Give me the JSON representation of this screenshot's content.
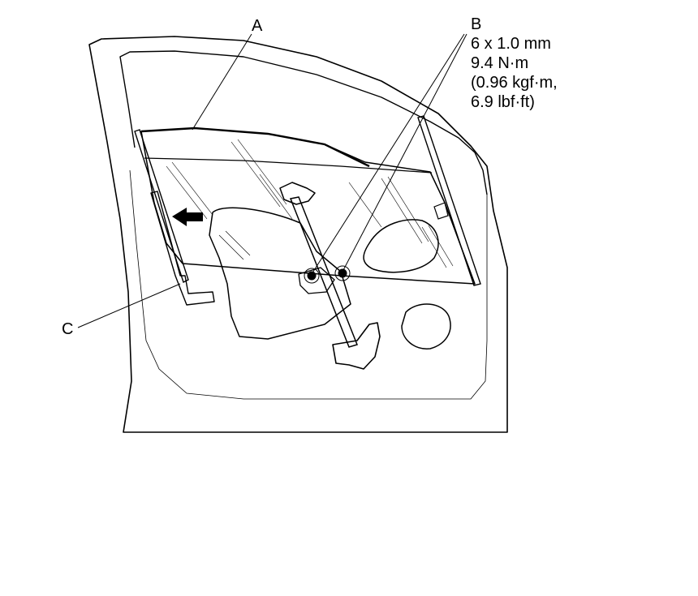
{
  "callouts": {
    "a": {
      "letter": "A"
    },
    "b": {
      "letter": "B",
      "spec_lines": [
        "6 x 1.0 mm",
        "9.4 N·m",
        "(0.96 kgf·m,",
        "6.9 lbf·ft)"
      ]
    },
    "c": {
      "letter": "C"
    }
  },
  "arrow": {
    "direction": "left"
  }
}
